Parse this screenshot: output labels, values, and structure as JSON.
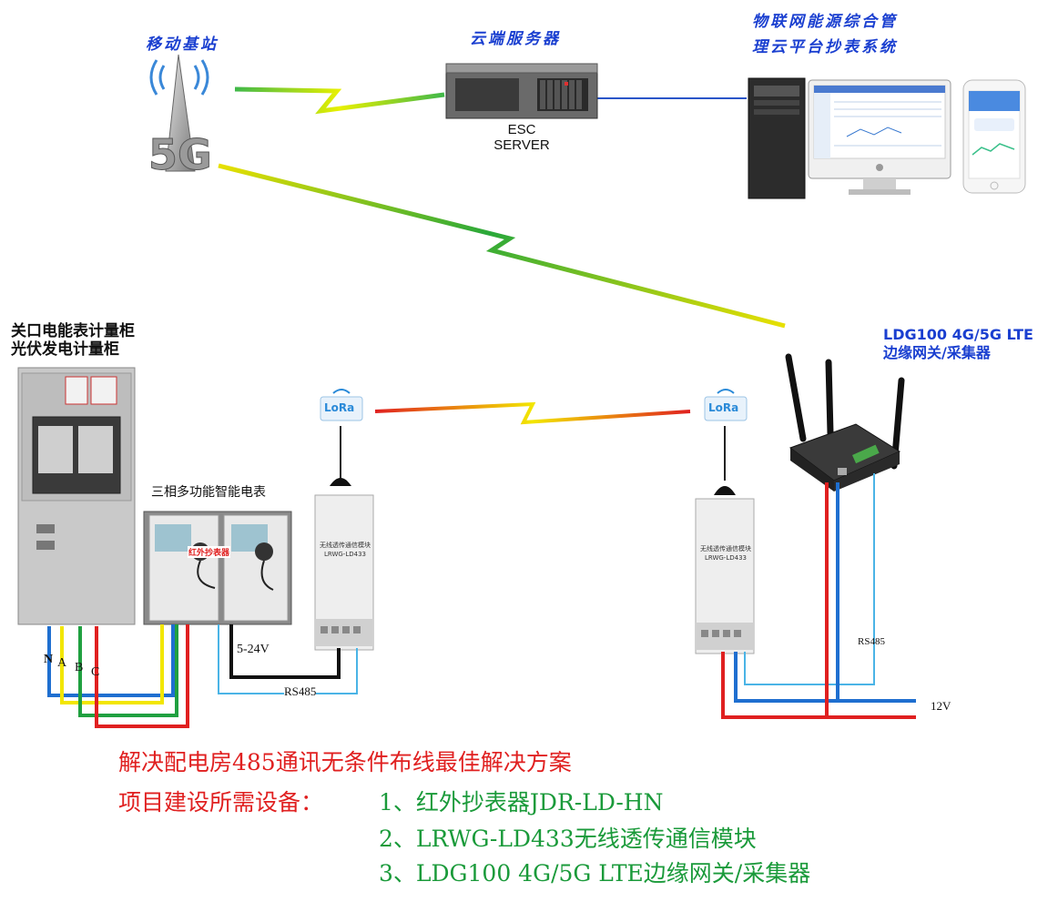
{
  "top": {
    "base_station_label": "移动基站",
    "cloud_server_label": "云端服务器",
    "server_line1": "ESC",
    "server_line2": "SERVER",
    "platform_line1": "物联网能源综合管",
    "platform_line2": "理云平台抄表系统"
  },
  "left": {
    "cabinet_line1": "关口电能表计量柜",
    "cabinet_line2": "光伏发电计量柜",
    "meter_title": "三相多功能智能电表",
    "ir_reader_tag": "红外抄表器",
    "phase_labels": [
      "N",
      "A",
      "B",
      "C"
    ],
    "power_label": "5-24V",
    "rs485_left": "RS485"
  },
  "lora": {
    "badge_text": "LoRa",
    "module_model": "LRWG-LD433",
    "module_title": "无线透传通信模块"
  },
  "gateway": {
    "title_line1": "LDG100 4G/5G LTE",
    "title_line2": "边缘网关/采集器",
    "rs485_right": "RS485",
    "power_12v": "12V"
  },
  "footer": {
    "headline": "解决配电房485通讯无条件布线最佳解决方案",
    "prefix": "项目建设所需设备：",
    "items": [
      "1、红外抄表器JDR-LD-HN",
      "2、LRWG-LD433无线透传通信模块",
      "3、LDG100 4G/5G LTE边缘网关/采集器"
    ]
  },
  "colors": {
    "title_blue": "#1a3fd0",
    "footer_red": "#e02020",
    "footer_green": "#1a9a3a",
    "wire_red": "#e02020",
    "wire_blue": "#1f6fd0",
    "wire_yellow": "#f2e600",
    "wire_green": "#20a040",
    "wire_black": "#111111",
    "wire_cyan": "#4ab4e6"
  },
  "icons": [
    "5g-tower-icon",
    "server-icon",
    "desktop-computer-icon",
    "smartphone-icon",
    "lora-antenna-icon",
    "gateway-antenna-icon",
    "lightning-link-icon"
  ]
}
